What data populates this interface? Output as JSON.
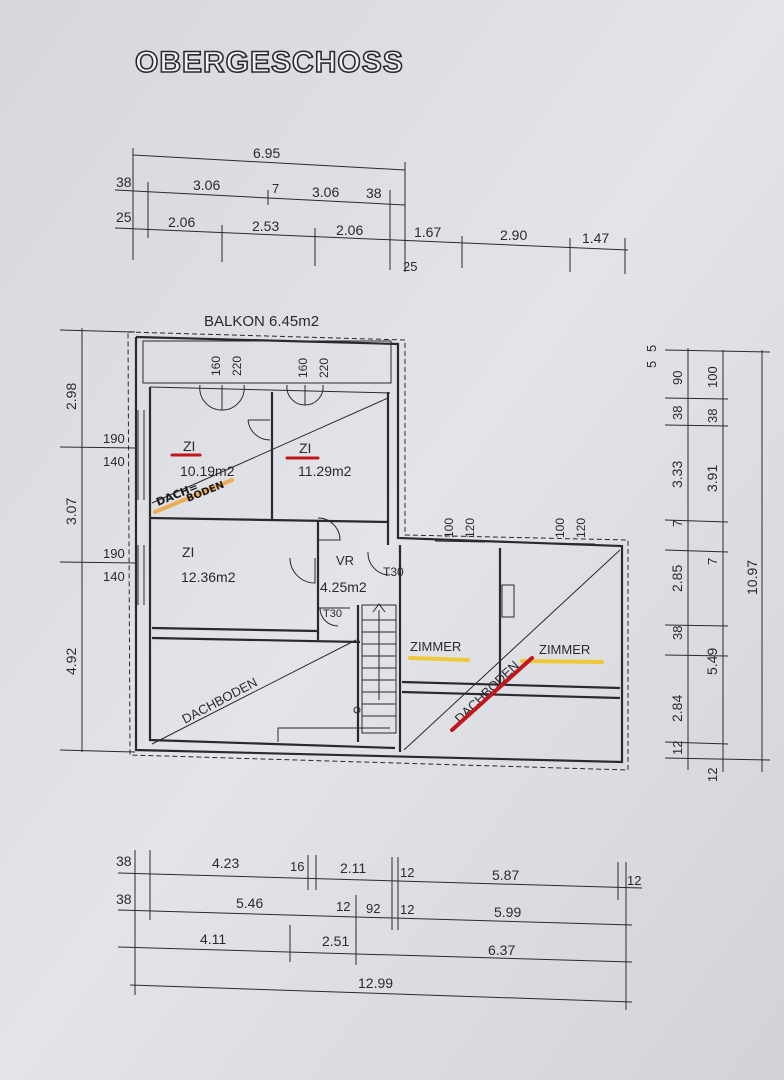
{
  "title": "OBERGESCHOSS",
  "top_dims": {
    "total": "6.95",
    "row2": [
      "38",
      "3.06",
      "7",
      "3.06",
      "38"
    ],
    "row3": [
      "25",
      "2.06",
      "2.53",
      "2.06"
    ],
    "right": [
      "1.67",
      "2.90",
      "1.47"
    ],
    "right_small": "25"
  },
  "rooms": {
    "balkon": "BALKON 6.45m2",
    "zi1_label": "ZI",
    "zi1_area": "10.19m2",
    "zi2_label": "ZI",
    "zi2_area": "11.29m2",
    "zi3_label": "ZI",
    "zi3_area": "12.36m2",
    "vr_label": "VR",
    "vr_area": "4.25m2",
    "dachboden_left": "DACHBODEN",
    "dachboden_right": "DACHBODEN",
    "zimmer1": "ZIMMER",
    "zimmer2": "ZIMMER"
  },
  "annotations": {
    "t30_a": "T30",
    "t30_b": "T30",
    "dachboden_hand_1": "DACH=",
    "dachboden_hand_2": "BODEN"
  },
  "window_labels": {
    "w1": [
      "160",
      "220"
    ],
    "w2": [
      "160",
      "220"
    ],
    "w3": [
      "100",
      "120"
    ],
    "w4": [
      "100",
      "120"
    ],
    "side1": [
      "190",
      "140"
    ],
    "side2": [
      "190",
      "140"
    ]
  },
  "left_dims": [
    "2.98",
    "3.07",
    "4.92"
  ],
  "right_dims": {
    "inner": [
      "90",
      "38",
      "3.33",
      "7",
      "2.85",
      "38",
      "2.84",
      "12"
    ],
    "outer": [
      "100",
      "38",
      "3.91",
      "7",
      "5.49",
      "12"
    ],
    "top": [
      "5",
      "5"
    ],
    "total": "10.97"
  },
  "bottom_dims": {
    "row1": [
      "38",
      "4.23",
      "16",
      "2.11",
      "12",
      "5.87",
      "12"
    ],
    "row2": [
      "38",
      "5.46",
      "12",
      "92",
      "12",
      "5.99"
    ],
    "row3": [
      "4.11",
      "2.51",
      "6.37"
    ],
    "total": "12.99"
  },
  "colors": {
    "paper": "#dcdde2",
    "ink": "#2a2a2e",
    "marker_red": "#c0161c",
    "marker_yellow": "#f2c41a",
    "marker_orange": "#f0a030"
  }
}
